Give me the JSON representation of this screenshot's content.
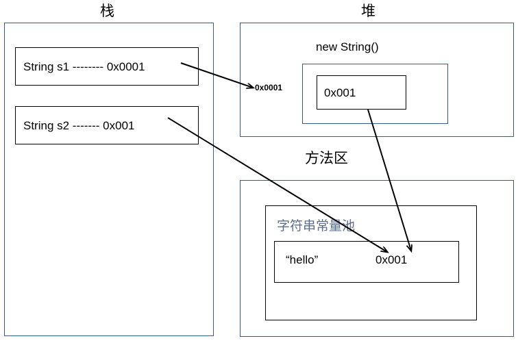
{
  "diagram": {
    "title_stack": "栈",
    "title_heap": "堆",
    "title_method_area": "方法区"
  },
  "stack": {
    "frames": [
      {
        "text": "String s1 -------- 0x0001"
      },
      {
        "text": "String s2 ------- 0x001"
      }
    ]
  },
  "heap": {
    "object_label": "new String()",
    "pointer_label": "0x0001",
    "object_value": "0x001"
  },
  "method_area": {
    "pool_label": "字符串常量池",
    "entry_literal": "“hello”",
    "entry_address": "0x001"
  },
  "colors": {
    "container_border": "#3c5a89",
    "inner_border": "#000000",
    "text": "#000000",
    "pool_label_color": "#5b6e8c",
    "background": "#ffffff"
  }
}
